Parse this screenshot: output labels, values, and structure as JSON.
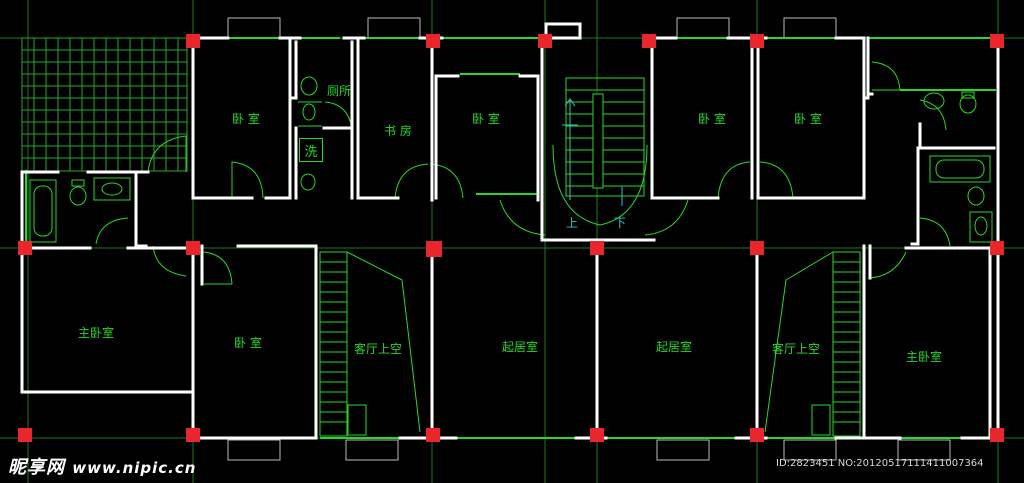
{
  "rooms": {
    "bedroom_1": "卧 室",
    "toilet": "厕所",
    "wash": "洗",
    "study": "书 房",
    "bedroom_2": "卧 室",
    "bedroom_3": "卧 室",
    "bedroom_4": "卧 室",
    "master_left": "主卧室",
    "bedroom_5": "卧 室",
    "void_left": "客厅上空",
    "living_left": "起居室",
    "living_right": "起居室",
    "void_right": "客厅上空",
    "master_right": "主卧室"
  },
  "stairs": {
    "up": "上",
    "down": "下"
  },
  "watermark": {
    "site": "昵享网",
    "url": "www.nipic.cn",
    "id": "ID:2823451 NO:20120517111411007364"
  },
  "colors": {
    "wall": "#ffffff",
    "line": "#27d927",
    "grid": "#1f7a1f",
    "column": "#e8262b",
    "cyan": "#29c6c6"
  }
}
